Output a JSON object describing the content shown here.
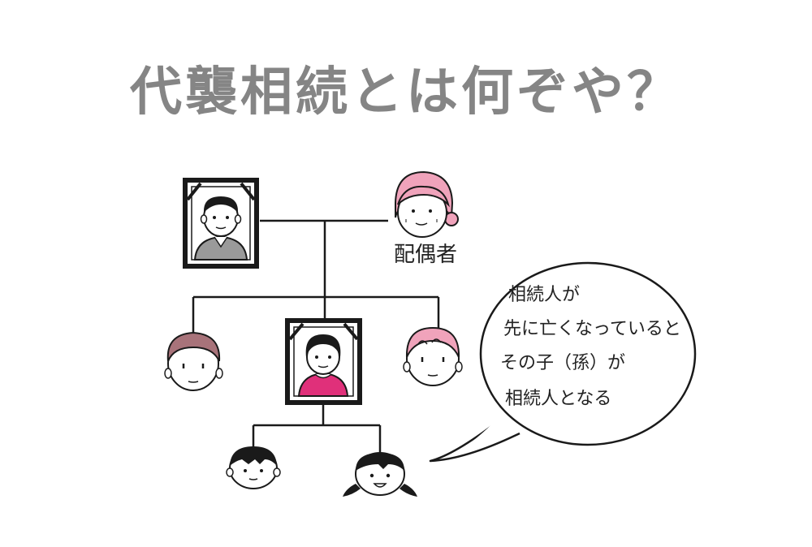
{
  "title": "代襲相続とは何ぞや？",
  "labels": {
    "spouse": "配偶者"
  },
  "bubble": {
    "lines": [
      "相続人が",
      "先に亡くなっていると",
      "その子（孫）が",
      "相続人となる"
    ]
  },
  "colors": {
    "title": "#858585",
    "pink": "#e0307a",
    "light_pink": "#f0a3bb",
    "mauve": "#a8737a",
    "gray_shirt": "#9a9a9a"
  }
}
